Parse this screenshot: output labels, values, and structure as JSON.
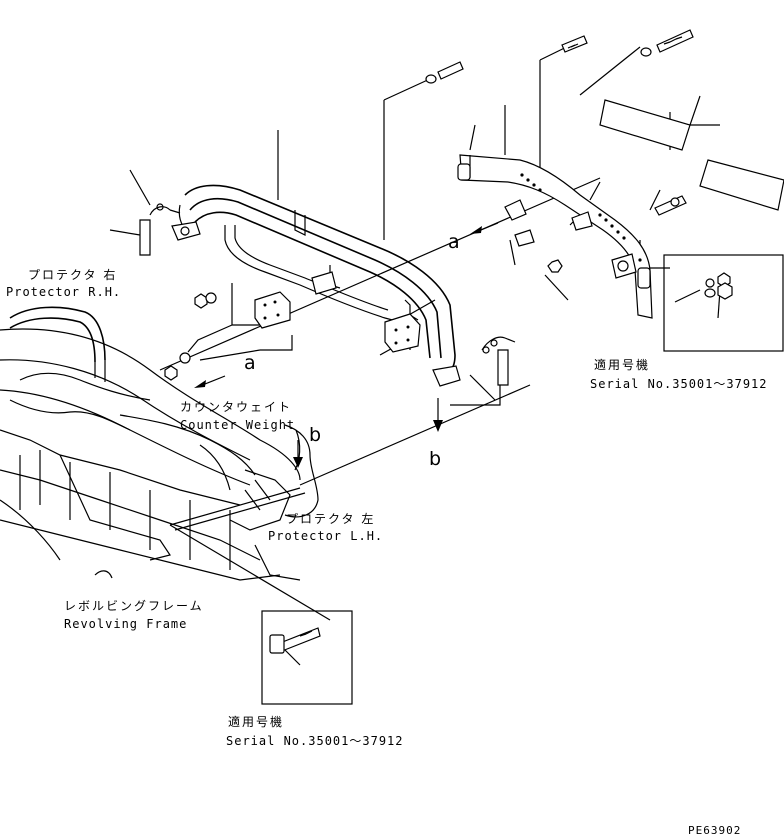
{
  "labels": {
    "protector_rh_jp": "プロテクタ 右",
    "protector_rh_en": "Protector R.H.",
    "counter_weight_jp": "カウンタウェイト",
    "counter_weight_en": "Counter Weight",
    "protector_lh_jp": "プロテクタ 左",
    "protector_lh_en": "Protector L.H.",
    "revolving_frame_jp": "レボルビングフレーム",
    "revolving_frame_en": "Revolving Frame",
    "applicable_jp_1": "適用号機",
    "serial_1": "Serial No.35001～37912",
    "applicable_jp_2": "適用号機",
    "serial_2": "Serial No.35001～37912",
    "ref_a_1": "a",
    "ref_a_2": "a",
    "ref_b_1": "b",
    "ref_b_2": "b",
    "drawing_code": "PE63902"
  }
}
